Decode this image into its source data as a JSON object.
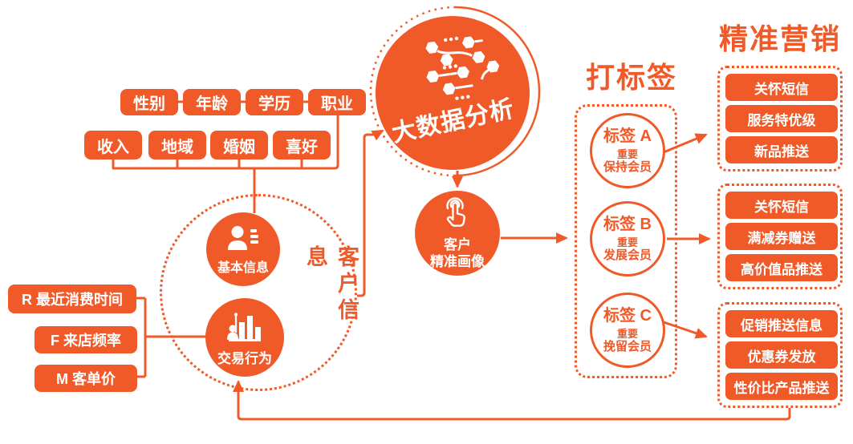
{
  "colors": {
    "orange": "#F05A28",
    "white": "#FFFFFF",
    "background": "#FFFFFF"
  },
  "attributes": {
    "row1": [
      "性别",
      "年龄",
      "学历",
      "职业"
    ],
    "row2": [
      "收入",
      "地域",
      "婚姻",
      "喜好"
    ]
  },
  "customer_info": {
    "label": "客户信息",
    "basic_info": {
      "label": "基本信息",
      "icon": "person-profile-icon"
    },
    "transaction": {
      "label": "交易行为",
      "icon": "bar-chart-person-icon"
    }
  },
  "rfm": {
    "recency": "R 最近消费时间",
    "frequency": "F 来店频率",
    "monetary": "M 客单价"
  },
  "bigdata": {
    "label": "大数据分析",
    "icon": "network-nodes-icon"
  },
  "portrait": {
    "line1": "客户",
    "line2": "精准画像",
    "icon": "touch-tap-icon"
  },
  "tagging": {
    "title": "打标签",
    "tags": [
      {
        "name": "标签 A",
        "sub1": "重要",
        "sub2": "保持会员"
      },
      {
        "name": "标签 B",
        "sub1": "重要",
        "sub2": "发展会员"
      },
      {
        "name": "标签 C",
        "sub1": "重要",
        "sub2": "挽留会员"
      }
    ]
  },
  "marketing": {
    "title": "精准营销",
    "groups": [
      {
        "items": [
          "关怀短信",
          "服务特优级",
          "新品推送"
        ]
      },
      {
        "items": [
          "关怀短信",
          "满减券赠送",
          "高价值品推送"
        ]
      },
      {
        "items": [
          "促销推送信息",
          "优惠券发放",
          "性价比产品推送"
        ]
      }
    ]
  }
}
